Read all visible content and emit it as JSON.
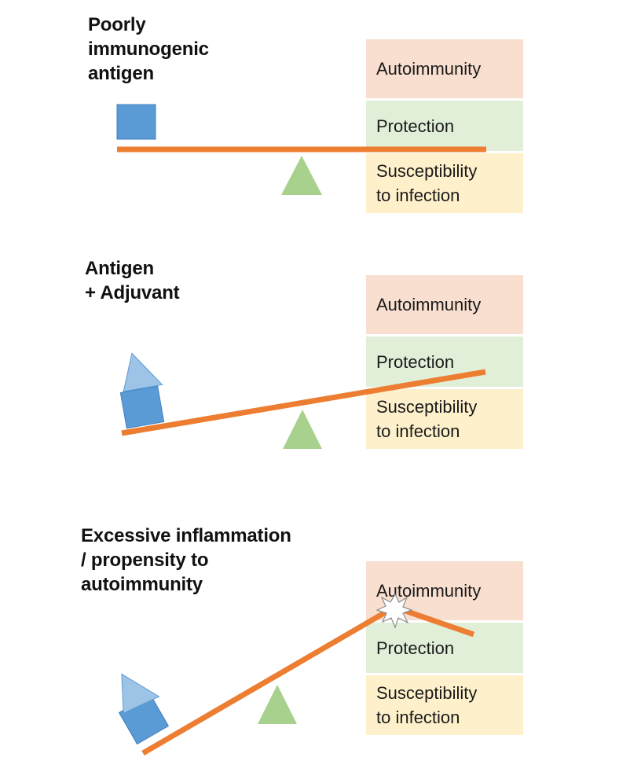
{
  "colors": {
    "beam": "#ed7d31",
    "fulcrum": "#a9d18e",
    "antigen": "#5b9bd5",
    "adjuvant": "#9dc3e6",
    "autoimmunity_bg": "#f8dfd0",
    "protection_bg": "#e1efd9",
    "susceptibility_bg": "#fdf0cb"
  },
  "panels": [
    {
      "title": "Poorly\nimmunogenic\nantigen",
      "boxes": {
        "autoimmunity": "Autoimmunity",
        "protection": "Protection",
        "susceptibility": "Susceptibility\nto infection"
      }
    },
    {
      "title": "Antigen\n+ Adjuvant",
      "boxes": {
        "autoimmunity": "Autoimmunity",
        "protection": "Protection",
        "susceptibility": "Susceptibility\nto infection"
      }
    },
    {
      "title": "Excessive inflammation\n/ propensity to\nautoimmunity",
      "boxes": {
        "autoimmunity": "Autoimmunity",
        "protection": "Protection",
        "susceptibility": "Susceptibility\nto infection"
      }
    }
  ]
}
